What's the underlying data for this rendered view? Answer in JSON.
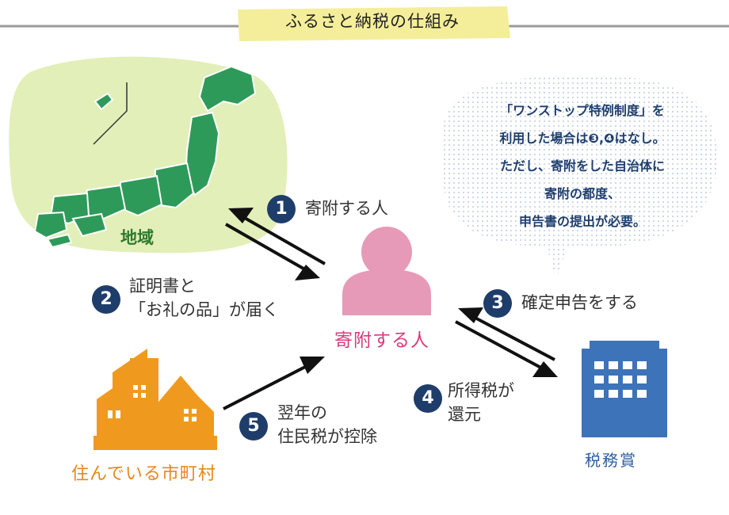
{
  "title": "ふるさと納税の仕組み",
  "nodes": {
    "region": "地域",
    "donor": "寄附する人",
    "municipality": "住んでいる市町村",
    "tax_office": "税務賞"
  },
  "steps": [
    {
      "number": "1",
      "lines": [
        "寄附する人"
      ]
    },
    {
      "number": "2",
      "lines": [
        "証明書と",
        "「お礼の品」が届く"
      ]
    },
    {
      "number": "3",
      "lines": [
        "確定申告をする"
      ]
    },
    {
      "number": "4",
      "lines": [
        "所得税が",
        "還元"
      ]
    },
    {
      "number": "5",
      "lines": [
        "翌年の",
        "住民税が控除"
      ]
    }
  ],
  "bubble_lines": [
    "「ワンストップ特例制度」を",
    "利用した場合は❸,❹はなし。",
    "ただし、寄附をした自治体に",
    "寄附の都度、",
    "申告書の提出が必要。"
  ],
  "colors": {
    "japan_green": "#2e9a5a",
    "region_bg": "#e2efb8",
    "person_pink": "#e69ab8",
    "city_orange": "#ef9a1e",
    "building_blue": "#3d73b8",
    "badge_navy": "#1e3d6b",
    "title_bg": "#f4ee9a"
  },
  "icons": [
    "japan-map-icon",
    "person-icon",
    "city-icon",
    "office-building-icon"
  ]
}
